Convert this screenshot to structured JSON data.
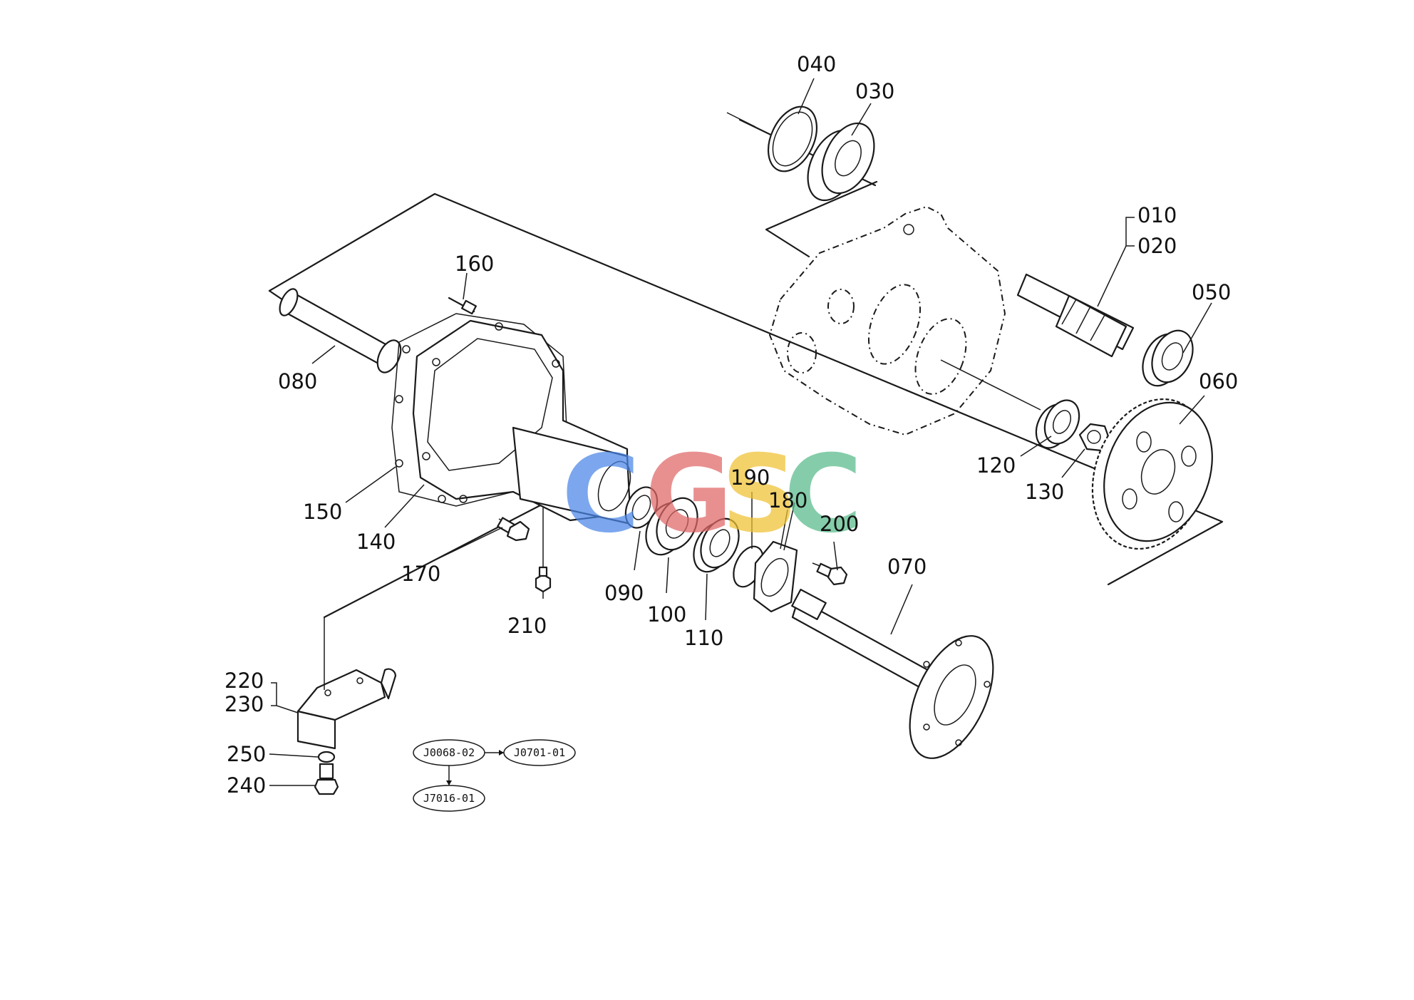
{
  "diagram": {
    "part_labels": {
      "p010": "010",
      "p020": "020",
      "p030": "030",
      "p040": "040",
      "p050": "050",
      "p060": "060",
      "p070": "070",
      "p080": "080",
      "p090": "090",
      "p100": "100",
      "p110": "110",
      "p120": "120",
      "p130": "130",
      "p140": "140",
      "p150": "150",
      "p160": "160",
      "p170": "170",
      "p180": "180",
      "p190": "190",
      "p200": "200",
      "p210": "210",
      "p220": "220",
      "p230": "230",
      "p240": "240",
      "p250": "250"
    },
    "reference_codes": {
      "ref1": "J0068-02",
      "ref2": "J0701-01",
      "ref3": "J7016-01"
    },
    "watermark": {
      "letters": [
        "C",
        "G",
        "S",
        "C"
      ],
      "colors": [
        "#4a86e8",
        "#e06666",
        "#f1c232",
        "#57bb8a"
      ]
    }
  }
}
